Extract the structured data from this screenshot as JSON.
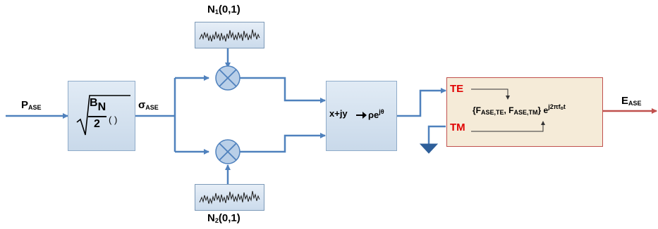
{
  "input": {
    "symbol": "P",
    "sub": "ASE"
  },
  "sqrt_block": {
    "num": "B",
    "num_sub": "N",
    "den": "2",
    "paren": "( )"
  },
  "sigma": {
    "symbol": "σ",
    "sub": "ASE"
  },
  "noise1": {
    "symbol": "N",
    "sub": "1",
    "args": "(0,1)"
  },
  "noise2": {
    "symbol": "N",
    "sub": "2",
    "args": "(0,1)"
  },
  "polar": {
    "lhs": "x+jy",
    "rhs": "ρe",
    "exp": "jθ"
  },
  "filter": {
    "te": "TE",
    "tm": "TM",
    "open": "{F",
    "f_te_sub": "ASE,TE",
    "comma": ", F",
    "f_tm_sub": "ASE,TM",
    "close": "} e",
    "exp": "j2πf",
    "exp_sub": "o",
    "exp_t": "t"
  },
  "output": {
    "symbol": "E",
    "sub": "ASE"
  },
  "colors": {
    "wire": "#4f81bd",
    "output_wire": "#c0504d",
    "block_border": "#8fabc9",
    "filter_fill": "#f5ebd8",
    "filter_border": "#c0504d",
    "port_label": "#e00000"
  }
}
